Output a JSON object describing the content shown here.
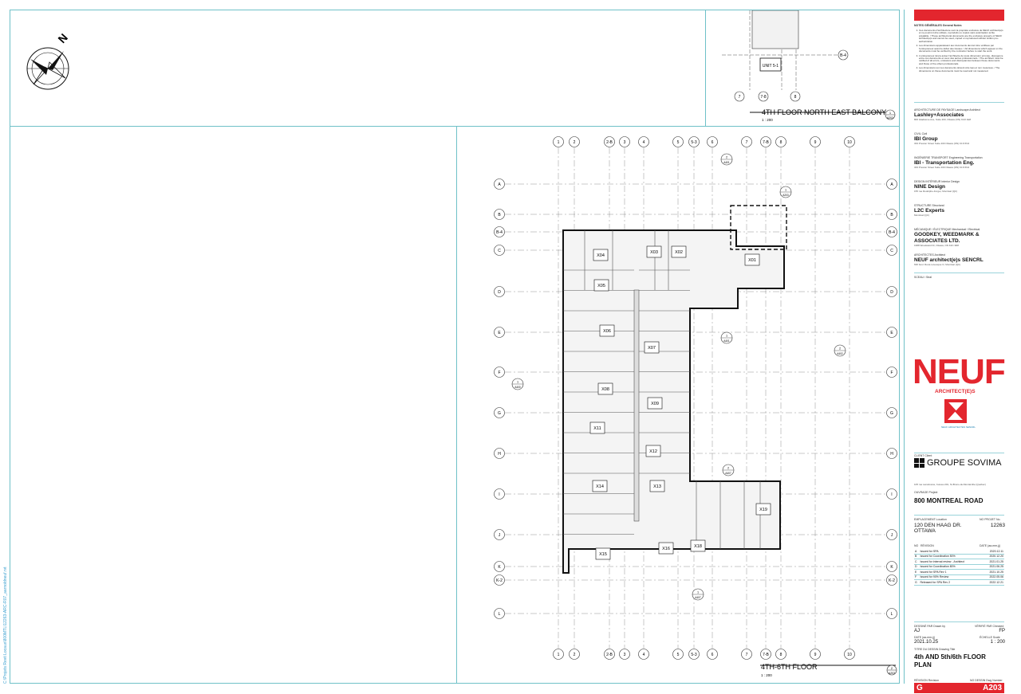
{
  "side_path": "C:\\Projets Revit Locaux\\800MTL\\12263-ARC-R07_aarnoldneuf.rvt",
  "drawings": {
    "balcony": {
      "title": "4TH FLOOR NORTH EAST BALCONY",
      "scale": "1 : 200",
      "ref_num": "1",
      "ref_sheet": "A203",
      "unit_label": "UNIT 5-1",
      "grid_row": "B-4",
      "grid_cols": [
        "7",
        "7-8",
        "8"
      ]
    },
    "plan": {
      "title": "4TH-6TH FLOOR",
      "scale": "1 : 200",
      "ref_num": "2",
      "ref_sheet": "A203",
      "grid_cols": [
        "1",
        "2",
        "2-B",
        "3",
        "4",
        "5",
        "5-3",
        "6",
        "7",
        "7-B",
        "8",
        "9",
        "10"
      ],
      "grid_rows": [
        "A",
        "B",
        "B-4",
        "C",
        "D",
        "E",
        "F",
        "G",
        "H",
        "I",
        "J",
        "K",
        "K-2",
        "L"
      ],
      "units": [
        "X04",
        "X03",
        "X02",
        "X01",
        "X05",
        "X06",
        "X07",
        "X08",
        "X09",
        "X11",
        "X12",
        "X14",
        "X13",
        "X15",
        "X16",
        "X18",
        "X19"
      ],
      "section_tags": [
        {
          "num": "2",
          "sheet": "A401"
        },
        {
          "num": "1",
          "sheet": "A401"
        },
        {
          "num": "2",
          "sheet": "A402"
        },
        {
          "num": "2",
          "sheet": "A407"
        },
        {
          "num": "1",
          "sheet": "A400"
        },
        {
          "num": "1",
          "sheet": "A407"
        },
        {
          "num": "1",
          "sheet": "A203"
        }
      ]
    }
  },
  "title_block": {
    "notes_title": "NOTES GÉNÉRALES General Notes",
    "notes": [
      "Ces documents d'architecture sont la propriété exclusive de NEUF architect(e)s et ne pourront être utilisés, reproduits ou copiés sans autorisation écrite préalable. / These architectural documents are the exclusive property of NEUF architect(e)s and cannot be used, copied or reproduced without written pre-authorization.",
      "Les dimensions apparaissant aux documents devront être vérifiées par l'entrepreneur avant le début des travaux. / All dimensions which appear on the documents must be verified by the contractor before to start the work.",
      "L'entrepreneur devra aviser l'architecte de toute dimension erronée, divergence entre ces documents et ceux des autres professionnels. / The architect must be notified of all errors, omissions and discrepancies between these documents and those of the others professionals.",
      "Les dimensions sur ces documents doivent être lues et non mesurées. / The dimensions on these documents must be read and not measured."
    ],
    "consultants": [
      {
        "role": "ARCHITECTURE DE PAYSAGE Landscape Architect",
        "name": "Lashley+Associates",
        "addr": "800 Gladstone Ave, Suite 200, Ottawa (ON) K1R 1E8"
      },
      {
        "role": "CIVIL Civil",
        "name": "IBI Group",
        "addr": "333 Preston Street Suite 400 Ottawa (ON) K1S 5N4"
      },
      {
        "role": "INGÉNIERIE TRANSPORT Engineering Transportation",
        "name": "IBI - Transportation Eng.",
        "addr": "333 Preston Street Suite 400 Ottawa (ON) K1S 5N4"
      },
      {
        "role": "DESIGN INTÉRIEUR Interior Design",
        "name": "NINE Design",
        "addr": "155 rue Rodolphe-Forget, Montréal (QC)"
      },
      {
        "role": "STRUCTURE Structural",
        "name": "L2C Experts",
        "addr": "Montréal (QC)"
      },
      {
        "role": "MÉCANIQUE / ÉLECTRIQUE Mechanical / Electrical",
        "name": "GOODKEY, WEEDMARK & ASSOCIATES LTD.",
        "addr": "1688 Woodward Dr, Ottawa, ON K2C 3R8"
      },
      {
        "role": "ARCHITECTES Architect",
        "name": "NEUF architect(e)s SENCRL",
        "addr": "630 boul. René-Lévesque O, Montréal (QC)"
      }
    ],
    "seal_label": "SCEAU / Seal",
    "firm_name": "NEUF",
    "firm_sub": "ARCHITECT(E)S",
    "firm_tag": "NEUF ARCHITECTES SENCRL",
    "client_label": "CLIENT Client",
    "client_name": "GROUPE SOVIMA",
    "client_addr": "105 rue Lansdowne, bureau 201, St-Bruno-de-Montarville (Québec)",
    "project_label": "OUVRAGE Project",
    "project_name": "800 MONTREAL ROAD",
    "location_label": "EMPLACEMENT Location",
    "location": "120 DEN HAAG DR.\nOTTAWA",
    "projno_label": "NO PROJET No.",
    "projno": "12263",
    "rev_header": {
      "no": "NO",
      "rev": "RÉVISION",
      "date": "DATE (aa-mm-jj)"
    },
    "revisions": [
      {
        "no": "A",
        "desc": "Issued for SPA",
        "date": "2020.12.11"
      },
      {
        "no": "B",
        "desc": "Issued for Coordination 50%",
        "date": "2020.12.20"
      },
      {
        "no": "C",
        "desc": "Issued for internal review - Architect",
        "date": "2021.01.25"
      },
      {
        "no": "D",
        "desc": "Issued for Coordination 80%",
        "date": "2021.06.25"
      },
      {
        "no": "E",
        "desc": "Issued for SPA Rev 1",
        "date": "2021.10.25"
      },
      {
        "no": "F",
        "desc": "Issued for 90% Review",
        "date": "2022.05.06"
      },
      {
        "no": "G",
        "desc": "Released for SPA Rev 2",
        "date": "2022.12.21"
      }
    ],
    "drawn_label": "DESSINÉ PAR Drawn by",
    "drawn": "AJ",
    "checked_label": "VÉRIFIÉ PAR Checked",
    "checked": "FP",
    "date_label": "DATE (aa-mm-jj)",
    "date": "2021.10.25",
    "scale_label": "ÉCHELLE Scale",
    "scale": "1 : 200",
    "title_label": "TITRE DU DESSIN Drawing Title",
    "title": "4th AND 5th/6th FLOOR PLAN",
    "revision_label": "RÉVISION Revision",
    "revision": "G",
    "sheet_label": "NO DESSIN Dwg Number",
    "sheet": "A203"
  }
}
